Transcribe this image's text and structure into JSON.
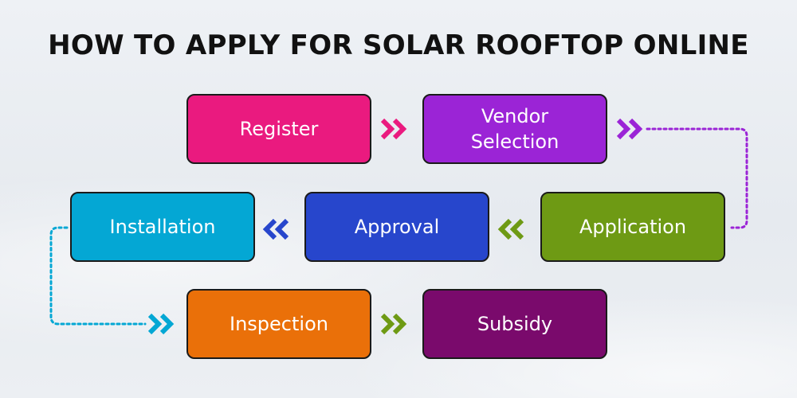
{
  "title": "HOW TO APPLY FOR SOLAR ROOFTOP ONLINE",
  "steps": [
    {
      "label": "Register",
      "color": "#ea1a7f"
    },
    {
      "label": "Vendor\nSelection",
      "color": "#9b24d6"
    },
    {
      "label": "Application",
      "color": "#6e9a14"
    },
    {
      "label": "Approval",
      "color": "#2746cc"
    },
    {
      "label": "Installation",
      "color": "#04a7d4"
    },
    {
      "label": "Inspection",
      "color": "#ea7009"
    },
    {
      "label": "Subsidy",
      "color": "#7a0a6c"
    }
  ],
  "connector_colors": {
    "register_to_vendor": "#ea1a7f",
    "vendor_to_application": "#9b24d6",
    "application_to_approval": "#6e9a14",
    "approval_to_installation": "#2746cc",
    "installation_to_inspection": "#04a7d4",
    "inspection_to_subsidy": "#6e9a14"
  },
  "icons": {
    "arrow_right": "double-chevron-right-icon",
    "arrow_left": "double-chevron-left-icon"
  }
}
